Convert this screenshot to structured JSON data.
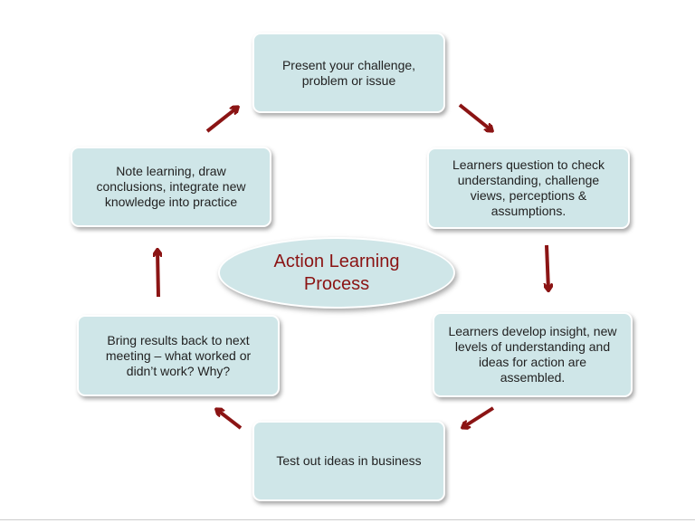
{
  "diagram": {
    "title": "Action Learning\nProcess",
    "steps": [
      "Present your challenge,\nproblem or issue",
      "Learners question to check\nunderstanding, challenge\nviews, perceptions &\nassumptions.",
      "Learners develop insight, new\nlevels of understanding and\nideas for action are\nassembled.",
      "Test out ideas in business",
      "Bring results back to next\nmeeting – what worked or\ndidn’t work? Why?",
      "Note learning, draw\nconclusions, integrate new\nknowledge into practice"
    ]
  },
  "colors": {
    "box_fill": "#cfe6e8",
    "arrow": "#8b1414",
    "title_text": "#8b1414"
  }
}
